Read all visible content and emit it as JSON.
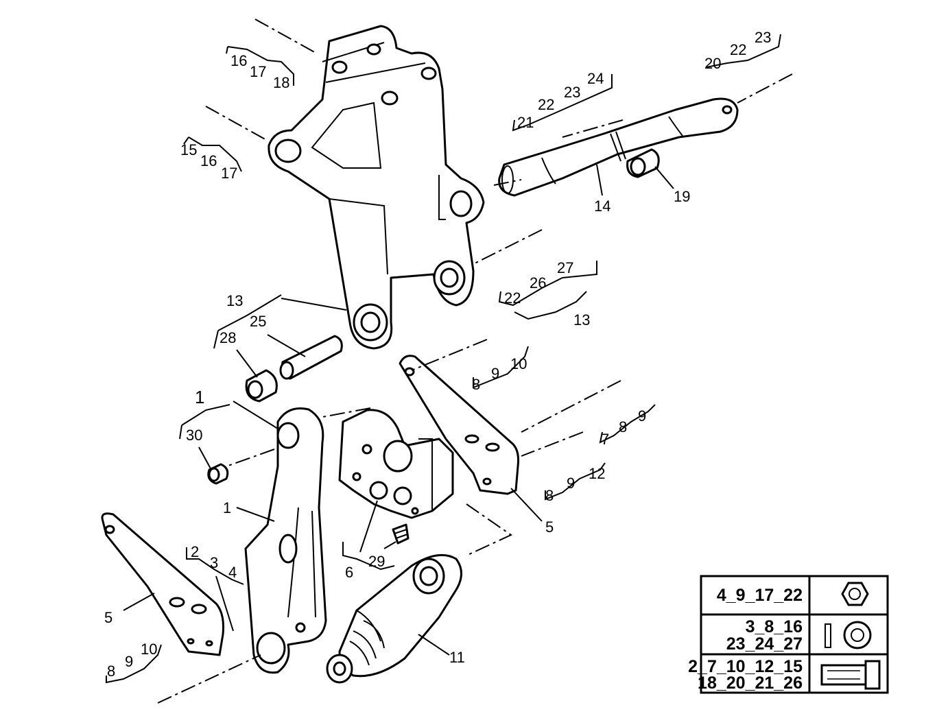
{
  "callouts": {
    "c_16a": "16",
    "c_17a": "17",
    "c_18a": "18",
    "c_15b": "15",
    "c_16b": "16",
    "c_17b": "17",
    "c_21": "21",
    "c_22a": "22",
    "c_23a": "23",
    "c_24": "24",
    "c_20": "20",
    "c_22b": "22",
    "c_23b": "23",
    "c_14": "14",
    "c_19": "19",
    "c_22c": "22",
    "c_26": "26",
    "c_27": "27",
    "c_13a": "13",
    "c_13b": "13",
    "c_25": "25",
    "c_28": "28",
    "c_8a": "8",
    "c_9a": "9",
    "c_10a": "10",
    "c_7": "7",
    "c_8b": "8",
    "c_9b": "9",
    "c_8c": "8",
    "c_9c": "9",
    "c_12": "12",
    "c_1a": "1",
    "c_30": "30",
    "c_1b": "1",
    "c_2": "2",
    "c_3": "3",
    "c_4": "4",
    "c_5a": "5",
    "c_5b": "5",
    "c_6": "6",
    "c_29": "29",
    "c_11": "11",
    "c_8d": "8",
    "c_9d": "9",
    "c_10d": "10"
  },
  "legend": {
    "rows": [
      {
        "label": "4_9_17_22",
        "icon": "hex-nut-icon"
      },
      {
        "label_line1": "3_8_16",
        "label_line2": "23_24_27",
        "icon": "washer-icon"
      },
      {
        "label_line1": "2_7_10_12_15",
        "label_line2": "18_20_21_26",
        "icon": "bolt-icon"
      }
    ]
  }
}
